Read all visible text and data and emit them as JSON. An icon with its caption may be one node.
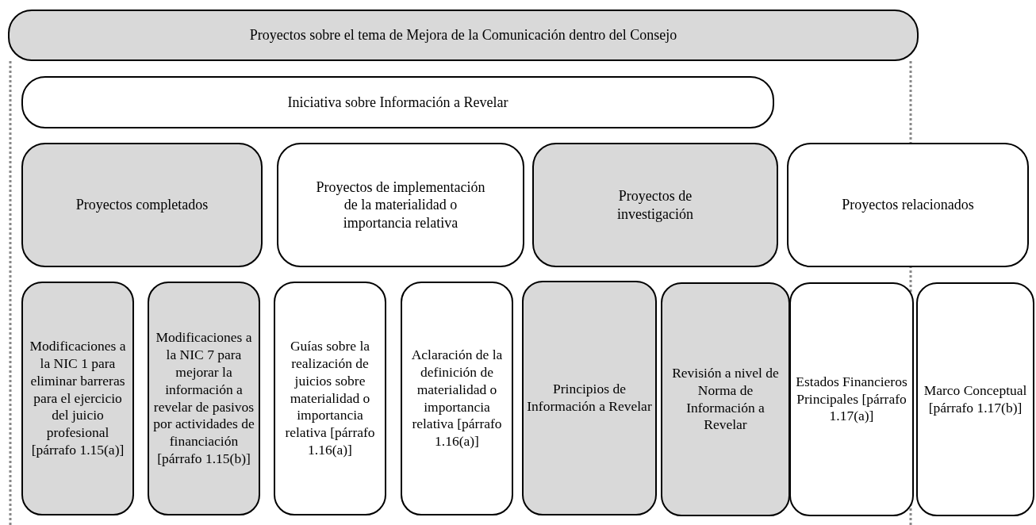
{
  "diagram": {
    "nodes": [
      {
        "text": [
          "Proyectos sobre el tema de Mejora de la Comunicación dentro del Consejo"
        ]
      },
      {
        "text": [
          "Iniciativa sobre Información a Revelar"
        ]
      },
      {
        "text": [
          "Proyectos completados"
        ]
      },
      {
        "text": [
          "Proyectos de implementación de la materialidad o importancia relativa"
        ]
      },
      {
        "text": [
          "Proyectos de investigación"
        ]
      },
      {
        "text": [
          "Proyectos relacionados"
        ]
      },
      {
        "text": [
          "Modificaciones a la NIC 1 para eliminar barreras para el ejercicio del juicio profesional [párrafo 1.15(a)]"
        ]
      },
      {
        "text": [
          "Modificaciones a la NIC 7 para mejorar la información a revelar de pasivos por actividades de financiación [párrafo 1.15(b)]"
        ]
      },
      {
        "text": [
          "Guías sobre la realización de juicios sobre materialidad o importancia relativa [párrafo 1.16(a)]"
        ]
      },
      {
        "text": [
          "Aclaración de la definición de materialidad o importancia relativa [párrafo 1.16(a)]"
        ]
      },
      {
        "text": [
          "Principios de Información a Revelar"
        ]
      },
      {
        "text": [
          "Revisión a nivel de Norma de Información a Revelar"
        ]
      },
      {
        "text": [
          "Estados Financieros Principales [párrafo 1.17(a)]"
        ]
      },
      {
        "text": [
          "Marco Conceptual [párrafo 1.17(b)]"
        ]
      }
    ]
  }
}
